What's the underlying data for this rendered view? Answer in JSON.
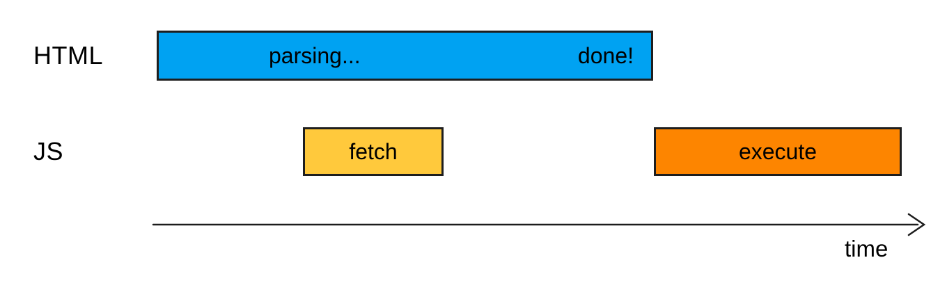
{
  "rows": {
    "html": {
      "label": "HTML"
    },
    "js": {
      "label": "JS"
    }
  },
  "bars": {
    "parsing": {
      "text_start": "parsing...",
      "text_end": "done!",
      "color": "#00A2F2"
    },
    "fetch": {
      "label": "fetch",
      "color": "#FFC93C"
    },
    "execute": {
      "label": "execute",
      "color": "#FD8500"
    }
  },
  "axis": {
    "label": "time"
  },
  "colors": {
    "background": "#FFFFFF",
    "bar_border": "#1E1E1E",
    "text": "#000000",
    "axis_stroke": "#1C1C1C"
  }
}
